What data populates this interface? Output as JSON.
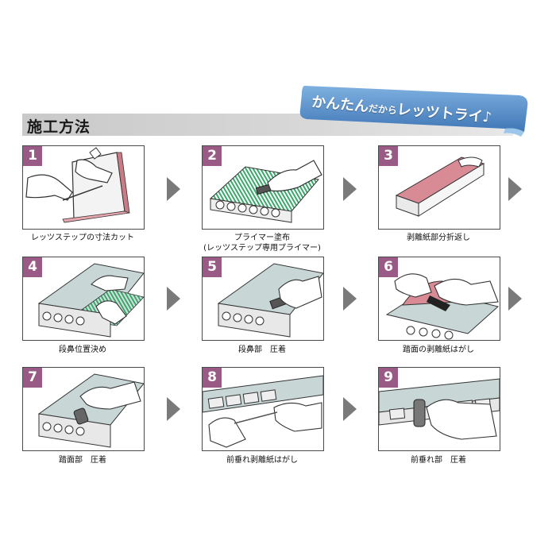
{
  "header": {
    "title": "施工方法"
  },
  "banner": {
    "part1": "かんたん",
    "part2": "だから",
    "part3": "レッツトライ♪"
  },
  "steps": [
    {
      "number": "1",
      "caption": "レッツステップの寸法カット"
    },
    {
      "number": "2",
      "caption": "プライマー塗布",
      "caption2": "(レッツステップ専用プライマー)"
    },
    {
      "number": "3",
      "caption": "剥離紙部分折返し"
    },
    {
      "number": "4",
      "caption": "段鼻位置決め"
    },
    {
      "number": "5",
      "caption": "段鼻部　圧着"
    },
    {
      "number": "6",
      "caption": "踏面の剥離紙はがし"
    },
    {
      "number": "7",
      "caption": "踏面部　圧着"
    },
    {
      "number": "8",
      "caption": "前垂れ剥離紙はがし"
    },
    {
      "number": "9",
      "caption": "前垂れ部　圧着"
    }
  ],
  "colors": {
    "accent_number": "#9a5a86",
    "banner_blue": "#5b8fc9",
    "green_stripe": "#3aa86b",
    "pink_stripe": "#d98b95"
  }
}
